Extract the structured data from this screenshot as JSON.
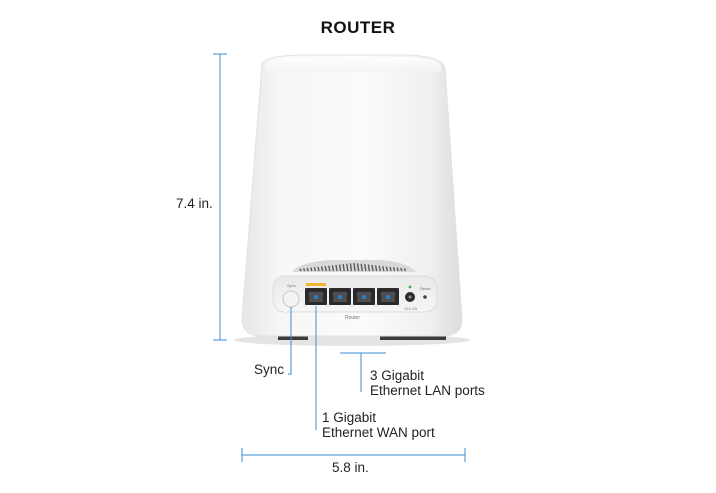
{
  "title": "ROUTER",
  "dimensions": {
    "height": "7.4 in.",
    "width": "5.8 in."
  },
  "callouts": {
    "sync": "Sync",
    "lan_line1": "3 Gigabit",
    "lan_line2": "Ethernet  LAN ports",
    "wan_line1": "1 Gigabit",
    "wan_line2": "Ethernet WAN port"
  },
  "device": {
    "brand_label": "Router",
    "sync_button_label": "Sync",
    "power_label": "12V 2A",
    "reset_label": "Reset"
  },
  "colors": {
    "dimension_line": "#3a8fd6",
    "device_body": "#f2f2f2",
    "wan_tab": "#f2b632",
    "port_light": "#2a7fd0"
  }
}
